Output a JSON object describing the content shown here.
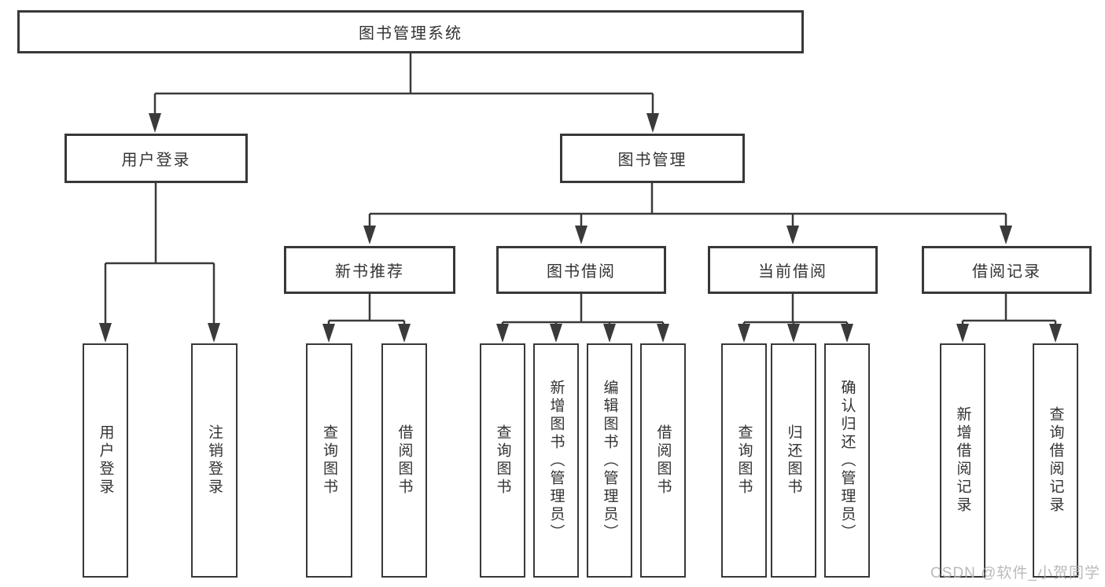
{
  "diagram": {
    "type": "tree",
    "title": "图书管理系统",
    "colors": {
      "line": "#3a3a3a",
      "border": "#383838",
      "text": "#333333",
      "box_bg": "#ffffff",
      "watermark": "#aeaeae"
    },
    "nodes": {
      "root": {
        "label": "图书管理系统"
      },
      "user_login": {
        "label": "用户登录",
        "parent": "root"
      },
      "book_mgmt": {
        "label": "图书管理",
        "parent": "root"
      },
      "login": {
        "label": "用户登录",
        "parent": "user_login"
      },
      "logout": {
        "label": "注销登录",
        "parent": "user_login"
      },
      "new_book_rec": {
        "label": "新书推荐",
        "parent": "book_mgmt"
      },
      "book_borrow": {
        "label": "图书借阅",
        "parent": "book_mgmt"
      },
      "current_borrow": {
        "label": "当前借阅",
        "parent": "book_mgmt"
      },
      "borrow_record": {
        "label": "借阅记录",
        "parent": "book_mgmt"
      },
      "rec_query": {
        "label": "查询图书",
        "parent": "new_book_rec"
      },
      "rec_borrow": {
        "label": "借阅图书",
        "parent": "new_book_rec"
      },
      "bb_query": {
        "label": "查询图书",
        "parent": "book_borrow"
      },
      "bb_add": {
        "label": "新增图书（管理员）",
        "parent": "book_borrow"
      },
      "bb_edit": {
        "label": "编辑图书（管理员）",
        "parent": "book_borrow"
      },
      "bb_borrow": {
        "label": "借阅图书",
        "parent": "book_borrow"
      },
      "cb_query": {
        "label": "查询图书",
        "parent": "current_borrow"
      },
      "cb_return": {
        "label": "归还图书",
        "parent": "current_borrow"
      },
      "cb_confirm": {
        "label": "确认归还（管理员）",
        "parent": "current_borrow"
      },
      "br_add": {
        "label": "新增借阅记录",
        "parent": "borrow_record"
      },
      "br_query": {
        "label": "查询借阅记录",
        "parent": "borrow_record"
      }
    }
  },
  "watermark": {
    "text": "CSDN @软件_小贺同学"
  }
}
